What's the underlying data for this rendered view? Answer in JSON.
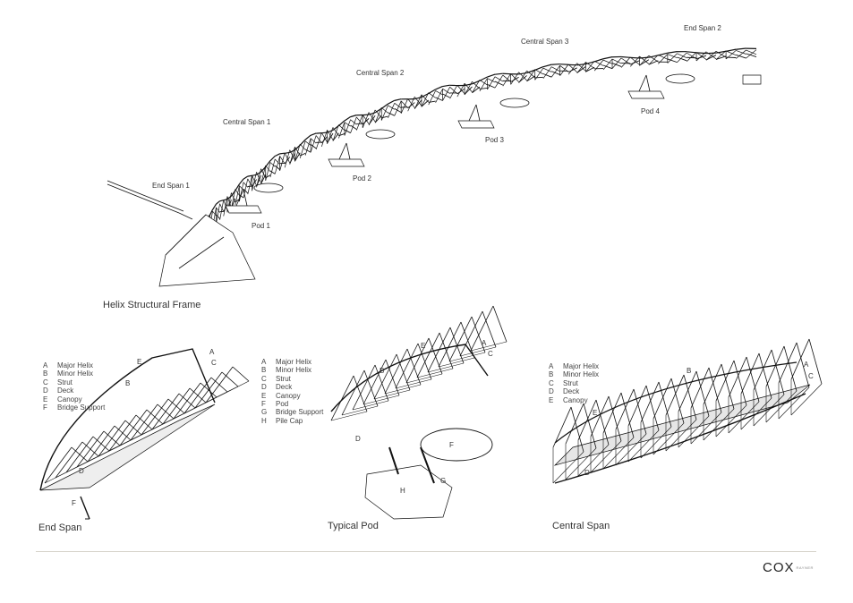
{
  "main_figure": {
    "caption": "Helix Structural Frame",
    "labels": {
      "end_span_1": "End Span 1",
      "end_span_2": "End Span 2",
      "central_span_1": "Central Span 1",
      "central_span_2": "Central Span 2",
      "central_span_3": "Central Span 3",
      "pod_1": "Pod 1",
      "pod_2": "Pod 2",
      "pod_3": "Pod 3",
      "pod_4": "Pod 4"
    }
  },
  "end_span": {
    "caption": "End Span",
    "legend": [
      {
        "key": "A",
        "label": "Major Helix"
      },
      {
        "key": "B",
        "label": "Minor Helix"
      },
      {
        "key": "C",
        "label": "Strut"
      },
      {
        "key": "D",
        "label": "Deck"
      },
      {
        "key": "E",
        "label": "Canopy"
      },
      {
        "key": "F",
        "label": "Bridge Support"
      }
    ],
    "callouts": [
      "A",
      "B",
      "C",
      "D",
      "E",
      "F"
    ]
  },
  "typical_pod": {
    "caption": "Typical Pod",
    "legend": [
      {
        "key": "A",
        "label": "Major Helix"
      },
      {
        "key": "B",
        "label": "Minor Helix"
      },
      {
        "key": "C",
        "label": "Strut"
      },
      {
        "key": "D",
        "label": "Deck"
      },
      {
        "key": "E",
        "label": "Canopy"
      },
      {
        "key": "F",
        "label": "Pod"
      },
      {
        "key": "G",
        "label": "Bridge Support"
      },
      {
        "key": "H",
        "label": "Pile Cap"
      }
    ],
    "callouts": [
      "A",
      "B",
      "C",
      "D",
      "E",
      "F",
      "G",
      "H"
    ]
  },
  "central_span": {
    "caption": "Central Span",
    "legend": [
      {
        "key": "A",
        "label": "Major Helix"
      },
      {
        "key": "B",
        "label": "Minor Helix"
      },
      {
        "key": "C",
        "label": "Strut"
      },
      {
        "key": "D",
        "label": "Deck"
      },
      {
        "key": "E",
        "label": "Canopy"
      }
    ],
    "callouts": [
      "A",
      "B",
      "C",
      "D",
      "E"
    ]
  },
  "logo": {
    "main": "COX",
    "sub": "RAYNER"
  }
}
